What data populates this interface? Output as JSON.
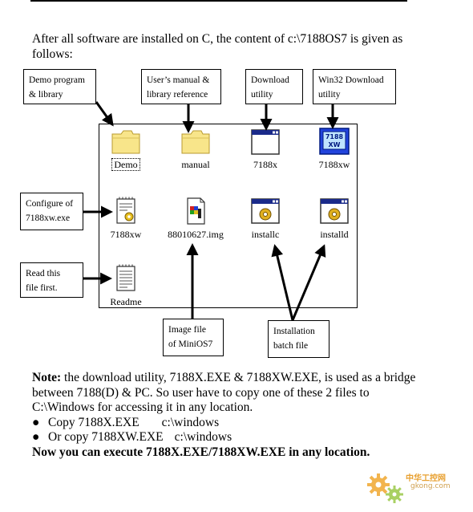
{
  "intro": {
    "line1": "After all software are installed on C, the content of c:\\7188OS7 is given as",
    "line2": "follows:"
  },
  "callouts": {
    "demo": [
      "Demo program",
      "& library"
    ],
    "manual": [
      "User’s manual &",
      "library reference"
    ],
    "download": [
      "Download",
      "utility"
    ],
    "win32": [
      "Win32 Download",
      "utility"
    ],
    "configure": [
      "Configure of",
      "7188xw.exe"
    ],
    "readfirst": [
      "Read this",
      "file first."
    ],
    "image": [
      "Image file",
      "of MiniOS7"
    ],
    "install": [
      "Installation",
      "batch file"
    ]
  },
  "files": {
    "demo": "Demo",
    "manual": "manual",
    "x7188": "7188x",
    "xw7188": "7188xw",
    "ini7188xw": "7188xw",
    "img": "88010627.img",
    "installc": "installc",
    "installd": "installd",
    "readme": "Readme"
  },
  "notes": {
    "note_label": "Note:",
    "note_text1": " the download utility, 7188X.EXE & 7188XW.EXE, is used as a bridge",
    "note_line2": "between 7188(D) & PC. So user have to copy one of these 2 files to",
    "note_line3": "C:\\Windows for accessing it in any location.",
    "bullet1_cmd": "Copy 7188X.EXE",
    "bullet1_dest": "c:\\windows",
    "bullet2_cmd": "Or copy 7188XW.EXE",
    "bullet2_dest": "c:\\windows",
    "final": "Now you can execute 7188X.EXE/7188XW.EXE in any location."
  },
  "watermark": {
    "title": "中华工控网",
    "url": "gkong.com"
  },
  "icon_names": {
    "folder": "folder-icon",
    "app": "application-window-icon",
    "config": "config-file-icon",
    "image": "image-file-icon",
    "batch": "batch-file-icon",
    "text": "text-file-icon"
  }
}
